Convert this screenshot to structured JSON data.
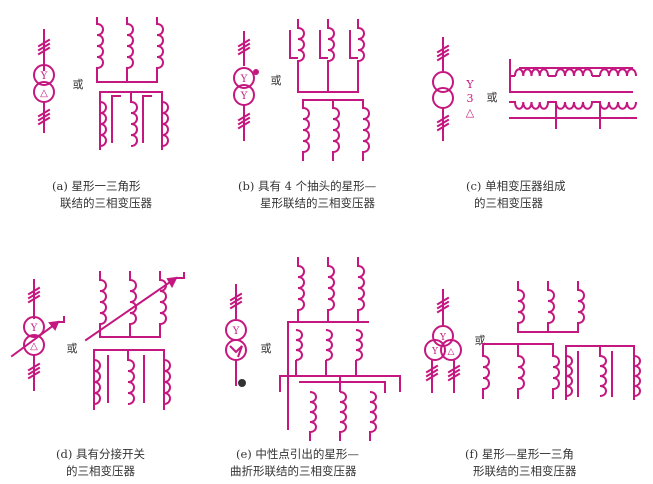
{
  "colors": {
    "line": "#c4177f",
    "ink": "#333333",
    "background": "#ffffff"
  },
  "or_text": "或",
  "symbol_text": {
    "star": "Y",
    "delta": "△",
    "count": "3"
  },
  "panels": [
    {
      "id": "a",
      "caption_line1": "(a) 星形一三角形",
      "caption_line2": "联结的三相变压器"
    },
    {
      "id": "b",
      "caption_line1": "(b) 具有 4 个抽头的星形—",
      "caption_line2": "星形联结的三相变压器"
    },
    {
      "id": "c",
      "caption_line1": "(c) 单相变压器组成",
      "caption_line2": "的三相变压器"
    },
    {
      "id": "d",
      "caption_line1": "(d) 具有分接开关",
      "caption_line2": "的三相变压器"
    },
    {
      "id": "e",
      "caption_line1": "(e) 中性点引出的星形—",
      "caption_line2": "曲折形联结的三相变压器"
    },
    {
      "id": "f",
      "caption_line1": "(f) 星形—星形一三角",
      "caption_line2": "形联结的三相变压器"
    }
  ]
}
